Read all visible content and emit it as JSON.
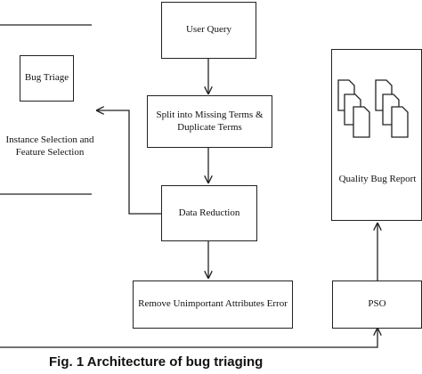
{
  "diagram": {
    "nodes": {
      "user_query": "User Query",
      "split_terms_line1": "Split into Missing Terms &",
      "split_terms_line2": "Duplicate Terms",
      "data_reduction": "Data Reduction",
      "remove_errors": "Remove Unimportant Attributes Error",
      "pso": "PSO",
      "quality_bug_report": "Quality Bug Report"
    },
    "side_panel": {
      "bug_triage": "Bug Triage",
      "selection_line1": "Instance Selection and",
      "selection_line2": "Feature Selection"
    },
    "caption": "Fig. 1 Architecture of bug triaging"
  }
}
